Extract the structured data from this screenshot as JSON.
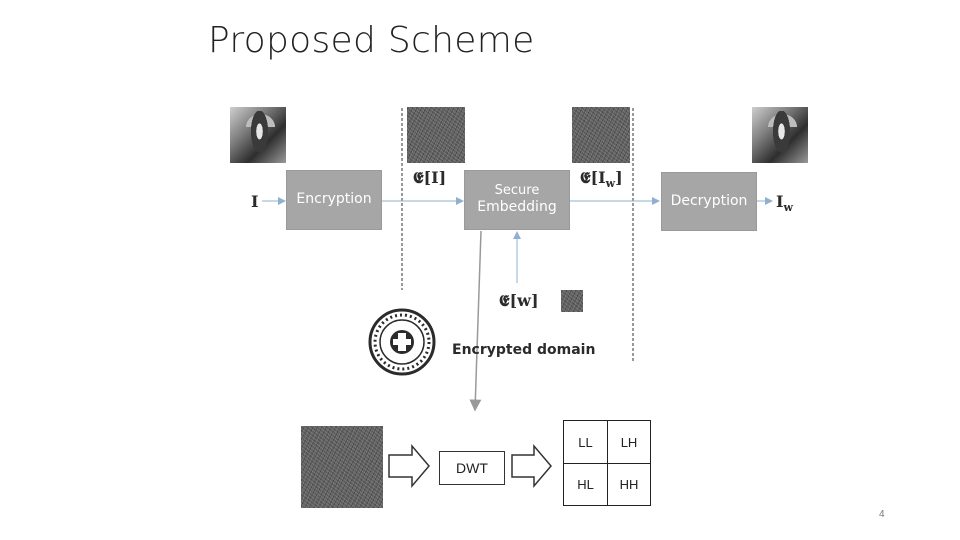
{
  "title": "Proposed Scheme",
  "symbols": {
    "input_image": "I",
    "encrypted_image": "𝕰[I]",
    "encrypted_watermarked": "𝕰[I",
    "encrypted_watermarked_sub": "w",
    "encrypted_watermarked_close": "]",
    "encrypted_watermark": "𝕰[w]",
    "output_image": "I",
    "output_image_sub": "w"
  },
  "boxes": {
    "encryption": "Encryption",
    "embedding_line1": "Secure",
    "embedding_line2": "Embedding",
    "decryption": "Decryption"
  },
  "domain_label": "Encrypted domain",
  "dwt_label": "DWT",
  "subbands": [
    "LL",
    "LH",
    "HL",
    "HH"
  ],
  "page_number": "4",
  "colors": {
    "process_box": "#a6a6a6",
    "arrow_line": "#8fb0cf",
    "text_dark": "#2b2b2b"
  }
}
